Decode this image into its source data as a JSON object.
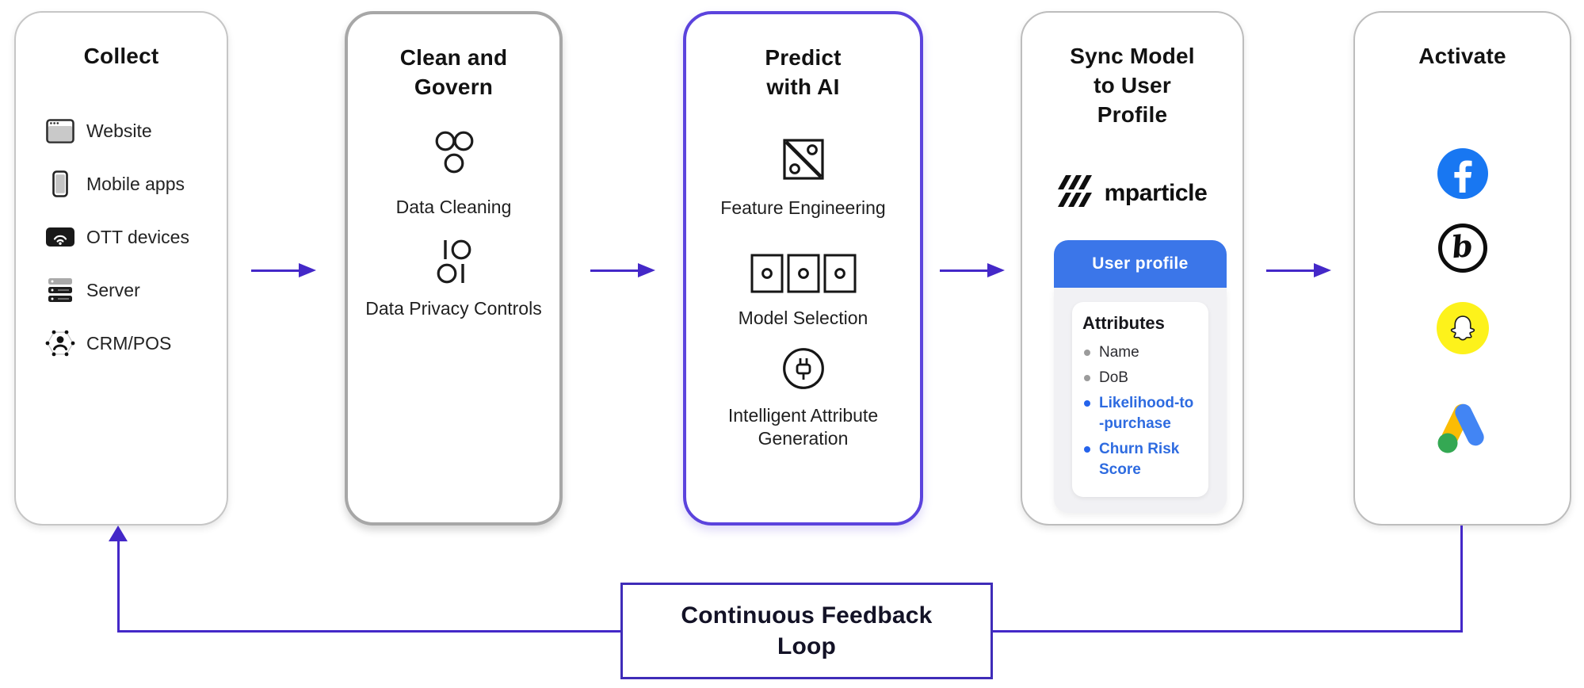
{
  "colors": {
    "flow_arrow": "#4428c8",
    "predict_panel_border": "#5b43dd",
    "feedback_border": "#3f2cb8",
    "profile_header_blue": "#3b76e9",
    "predicted_attribute_blue": "#2e6be0",
    "plain_bullet_gray": "#9b9b9b",
    "facebook_blue": "#1877f2",
    "snapchat_yellow": "#fdf21b",
    "google_blue": "#4285f4",
    "google_yellow": "#fbbc04",
    "google_green": "#34a853"
  },
  "panels": [
    {
      "title": "Collect",
      "items": [
        {
          "icon": "website-icon",
          "label": "Website"
        },
        {
          "icon": "mobile-apps-icon",
          "label": "Mobile apps"
        },
        {
          "icon": "ott-devices-icon",
          "label": "OTT devices"
        },
        {
          "icon": "server-icon",
          "label": "Server"
        },
        {
          "icon": "crm-pos-icon",
          "label": "CRM/POS"
        }
      ]
    },
    {
      "title_lines": [
        "Clean and",
        "Govern"
      ],
      "features": [
        {
          "icon": "data-cleaning-icon",
          "label": "Data Cleaning"
        },
        {
          "icon": "data-privacy-icon",
          "label": "Data Privacy Controls"
        }
      ]
    },
    {
      "title_lines": [
        "Predict",
        "with AI"
      ],
      "features": [
        {
          "icon": "feature-engineering-icon",
          "label": "Feature Engineering"
        },
        {
          "icon": "model-selection-icon",
          "label": "Model Selection"
        },
        {
          "icon": "plug-icon",
          "label": "Intelligent Attribute Generation"
        }
      ]
    },
    {
      "title_lines": [
        "Sync Model",
        "to User",
        "Profile"
      ],
      "logo_text": "mparticle",
      "card": {
        "header": "User profile",
        "heading": "Attributes",
        "attributes": [
          {
            "lines": [
              "Name"
            ],
            "predicted": false
          },
          {
            "lines": [
              "DoB"
            ],
            "predicted": false
          },
          {
            "lines": [
              "Likelihood-to",
              "-purchase"
            ],
            "predicted": true
          },
          {
            "lines": [
              "Churn Risk",
              "Score"
            ],
            "predicted": true
          }
        ]
      }
    },
    {
      "title": "Activate",
      "destinations": [
        "facebook-icon",
        "braze-icon",
        "snapchat-icon",
        "google-ads-icon"
      ],
      "braze_glyph": "b"
    }
  ],
  "feedback": {
    "line1": "Continuous Feedback",
    "line2": "Loop"
  }
}
